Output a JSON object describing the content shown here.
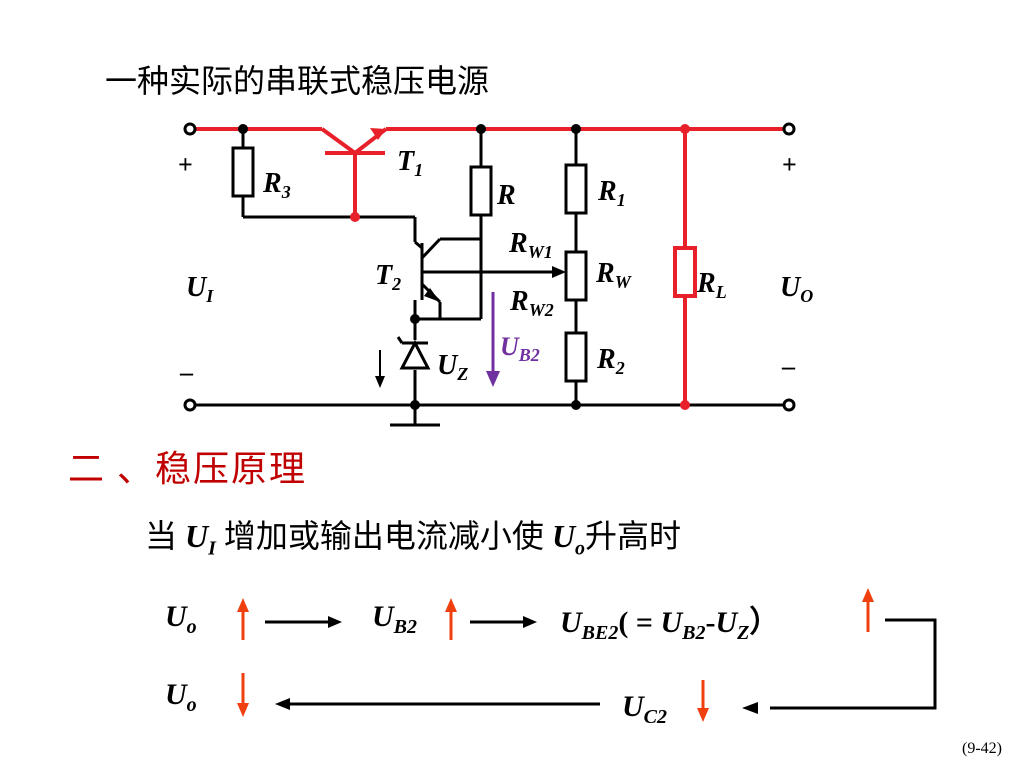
{
  "title": "一种实际的串联式稳压电源",
  "section_heading": "二 、稳压原理",
  "condition": {
    "prefix": "当",
    "var1": "U",
    "var1_sub": "I",
    "middle": "增加或输出电流减小使",
    "var2": "U",
    "var2_sub": "o",
    "suffix": "升高时"
  },
  "circuit_labels": {
    "plus_in": "+",
    "minus_in": "–",
    "ui": "U",
    "ui_sub": "I",
    "plus_out": "+",
    "minus_out": "–",
    "uo": "U",
    "uo_sub": "O",
    "r3": "R",
    "r3_sub": "3",
    "t1": "T",
    "t1_sub": "1",
    "r": "R",
    "r1": "R",
    "r1_sub": "1",
    "rw1": "R",
    "rw1_sub": "W1",
    "rw": "R",
    "rw_sub": "W",
    "rw2": "R",
    "rw2_sub": "W2",
    "t2": "T",
    "t2_sub": "2",
    "rl": "R",
    "rl_sub": "L",
    "ub2": "U",
    "ub2_sub": "B2",
    "r2": "R",
    "r2_sub": "2",
    "uz": "U",
    "uz_sub": "Z"
  },
  "flow": {
    "uo1": "U",
    "uo1_sub": "o",
    "ub2": "U",
    "ub2_sub": "B2",
    "ube2": "U",
    "ube2_sub": "BE2",
    "ube2_eq_open": "( = ",
    "ube2_b": "U",
    "ube2_b_sub": "B2",
    "ube2_minus": "-",
    "ube2_z": "U",
    "ube2_z_sub": "Z",
    "ube2_close": "）",
    "uo2": "U",
    "uo2_sub": "o",
    "uc2": "U",
    "uc2_sub": "C2"
  },
  "page_number": "(9-42)",
  "colors": {
    "red_wire": "#e8202a",
    "heading": "#c00000",
    "arrow_up_down": "#f04010",
    "ub2_arrow": "#7030a0"
  }
}
